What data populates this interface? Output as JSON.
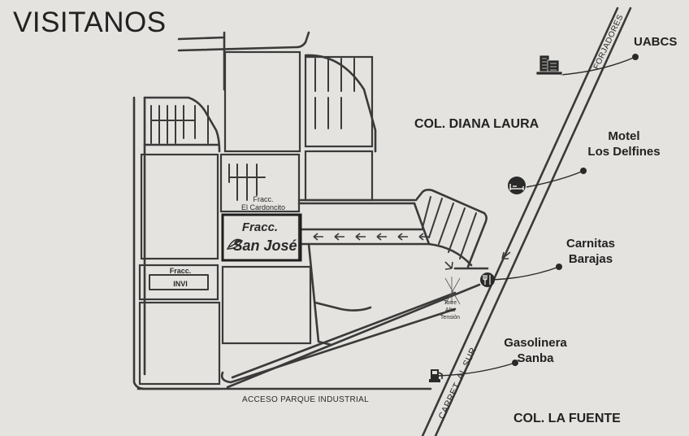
{
  "title": "VISITANOS",
  "roads": {
    "forjadores": "FORJADORES",
    "carretera_sur": "CARRET. AL SUR",
    "acceso_parque": "ACCESO PARQUE INDUSTRIAL"
  },
  "colonies": {
    "diana_laura": "COL. DIANA LAURA",
    "la_fuente": "COL. LA FUENTE"
  },
  "developments": {
    "el_cardoncito_line1": "Fracc.",
    "el_cardoncito_line2": "El Cardoncito",
    "infonavit_line1": "Fracc.",
    "infonavit_line2": "INVI",
    "san_jose_line1": "Fracc.",
    "san_jose_line2": "San José"
  },
  "landmarks": {
    "torre_line1": "Torre",
    "torre_line2": "Alta",
    "torre_line3": "Tensión"
  },
  "points_of_interest": [
    {
      "lines": [
        "UABCS"
      ],
      "icon": "building-icon"
    },
    {
      "lines": [
        "Motel",
        "Los Delfines"
      ],
      "icon": "bed-icon"
    },
    {
      "lines": [
        "Carnitas",
        "Barajas"
      ],
      "icon": "restaurant-icon"
    },
    {
      "lines": [
        "Gasolinera",
        "Sanba"
      ],
      "icon": "gas-pump-icon"
    }
  ],
  "colors": {
    "background": "#e4e3df",
    "ink": "#3a3a3a",
    "icon_fill": "#2a2a2a"
  }
}
